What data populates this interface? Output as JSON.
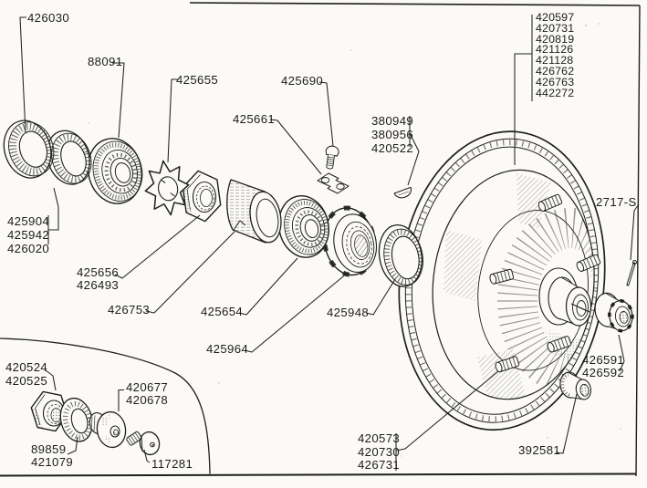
{
  "title": "wheel hub and brake drum exploded parts diagram",
  "colors": {
    "ink": "#1f1f1f",
    "paper": "#fbfaf6"
  },
  "callouts": {
    "c426030": {
      "lines": [
        "426030"
      ]
    },
    "c88091": {
      "lines": [
        "88091"
      ]
    },
    "c425655": {
      "lines": [
        "425655"
      ]
    },
    "c425690": {
      "lines": [
        "425690"
      ]
    },
    "c425661": {
      "lines": [
        "425661"
      ]
    },
    "c380949": {
      "lines": [
        "380949",
        "380956",
        "420522"
      ]
    },
    "cdrumlist": {
      "lines": [
        "420597",
        "420731",
        "420819",
        "421126",
        "421128",
        "426762",
        "426763",
        "442272"
      ]
    },
    "c425904": {
      "lines": [
        "425904",
        "425942",
        "426020"
      ]
    },
    "c425656": {
      "lines": [
        "425656",
        "426493"
      ]
    },
    "c426753": {
      "lines": [
        "426753"
      ]
    },
    "c425654": {
      "lines": [
        "425654"
      ]
    },
    "c425948": {
      "lines": [
        "425948"
      ]
    },
    "c425964": {
      "lines": [
        "425964"
      ]
    },
    "c420573": {
      "lines": [
        "420573",
        "420730",
        "426731"
      ]
    },
    "c392581": {
      "lines": [
        "392581"
      ]
    },
    "c426591": {
      "lines": [
        "426591",
        "426592"
      ]
    },
    "c2717s": {
      "lines": [
        "2717-S"
      ]
    },
    "c420524": {
      "lines": [
        "420524",
        "420525"
      ]
    },
    "c420677": {
      "lines": [
        "420677",
        "420678"
      ]
    },
    "c89859": {
      "lines": [
        "89859",
        "421079"
      ]
    },
    "c117281": {
      "lines": [
        "117281"
      ]
    }
  }
}
